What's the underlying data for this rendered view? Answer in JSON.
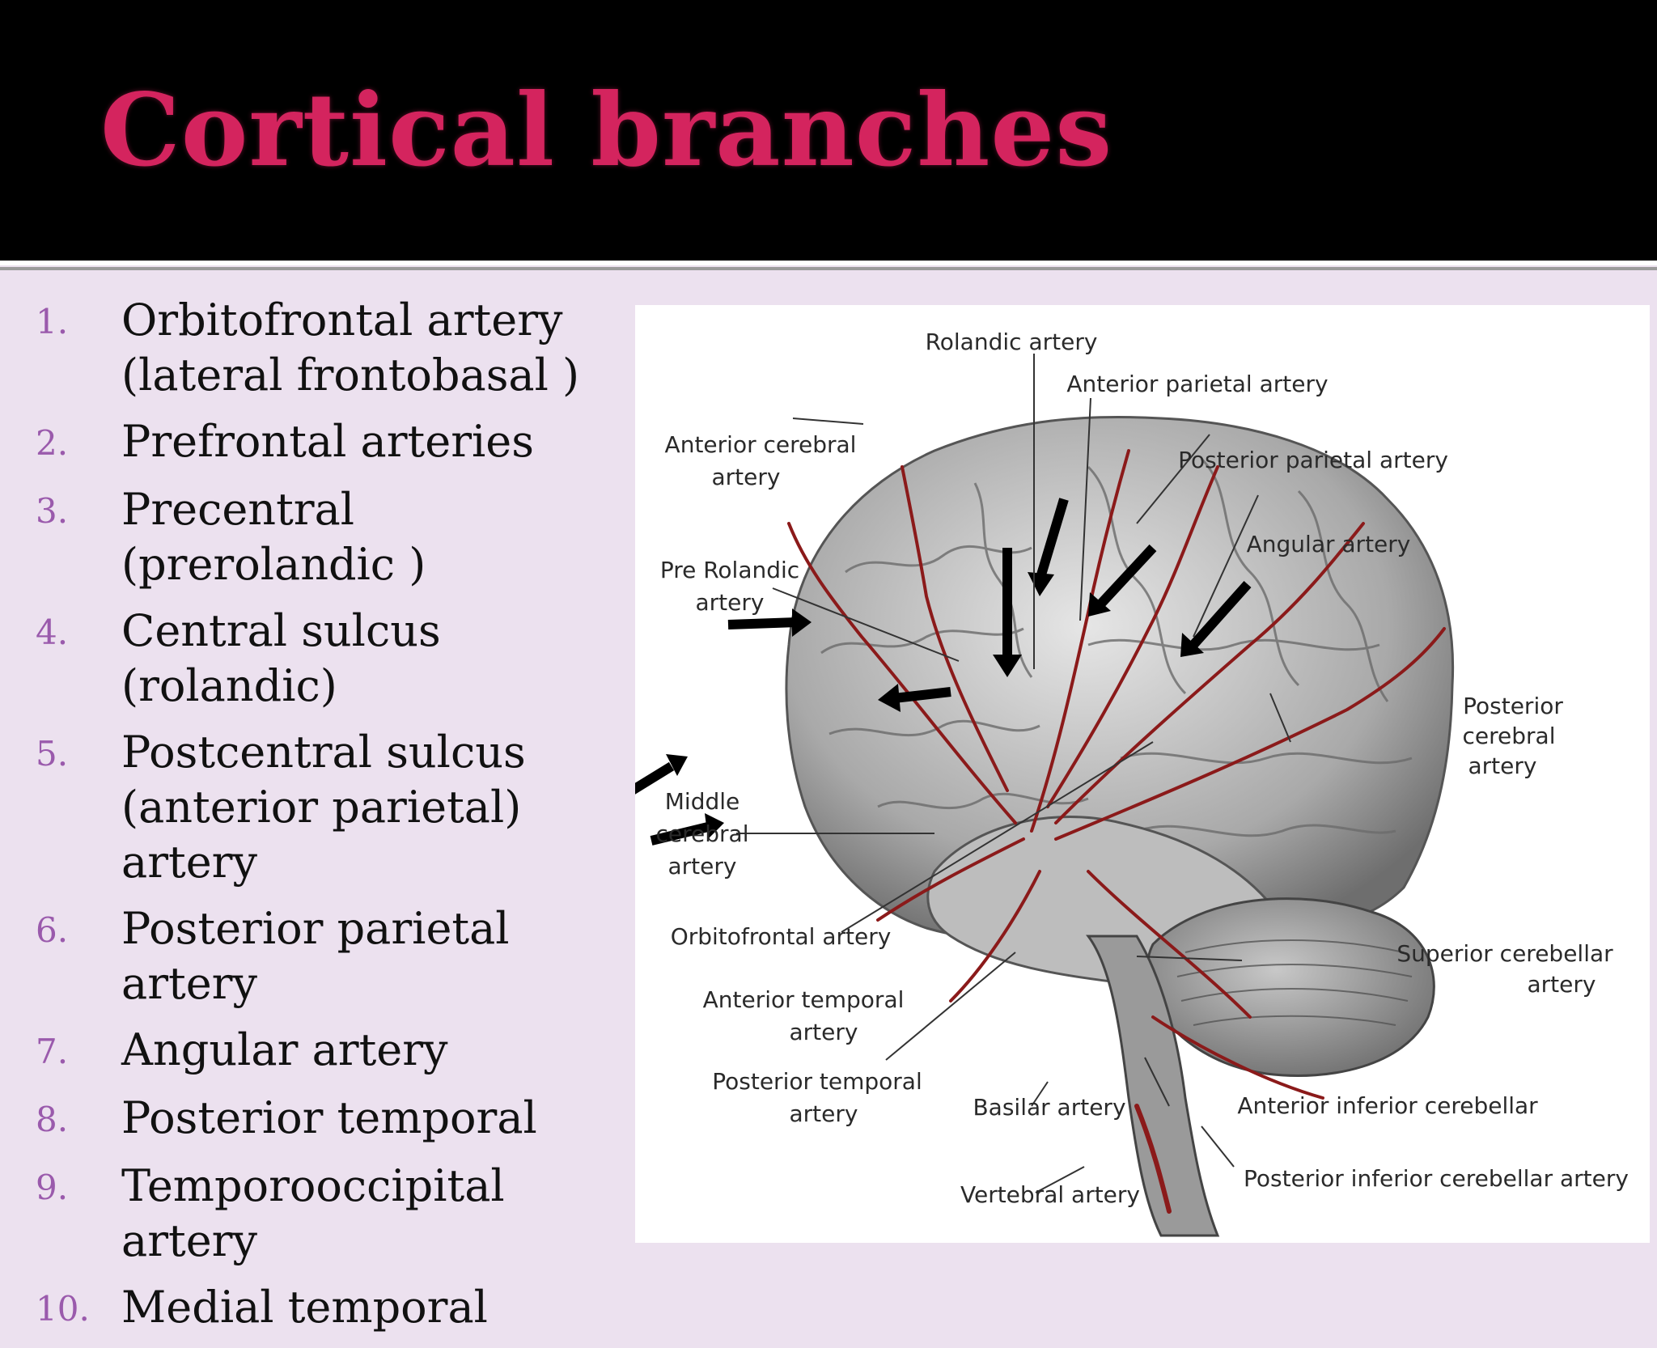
{
  "slide": {
    "title": "Cortical branches",
    "colors": {
      "title": "#d4245e",
      "number": "#9a5aac",
      "background": "#ece1ef",
      "band": "#000000"
    }
  },
  "list": [
    {
      "num": "1.",
      "text": "Orbitofrontal artery (lateral frontobasal )"
    },
    {
      "num": "2.",
      "text": "Prefrontal arteries"
    },
    {
      "num": "3.",
      "text": "Precentral (prerolandic )"
    },
    {
      "num": "4.",
      "text": "Central sulcus (rolandic)"
    },
    {
      "num": "5.",
      "text": "Postcentral sulcus (anterior parietal) artery"
    },
    {
      "num": "6.",
      "text": "Posterior parietal artery"
    },
    {
      "num": "7.",
      "text": "Angular artery"
    },
    {
      "num": "8.",
      "text": "Posterior temporal"
    },
    {
      "num": "9.",
      "text": "Temporooccipital artery"
    },
    {
      "num": "10.",
      "text": "Medial temporal"
    }
  ],
  "figure": {
    "labels": {
      "rolandic": "Rolandic artery",
      "anterior_parietal": "Anterior parietal artery",
      "anterior_cerebral_1": "Anterior cerebral",
      "anterior_cerebral_2": "artery",
      "posterior_parietal": "Posterior parietal artery",
      "angular": "Angular artery",
      "prerolandic_1": "Pre Rolandic",
      "prerolandic_2": "artery",
      "posterior_cerebral_1": "Posterior",
      "posterior_cerebral_2": "cerebral",
      "posterior_cerebral_3": "artery",
      "middle_cerebral_1": "Middle",
      "middle_cerebral_2": "cerebral",
      "middle_cerebral_3": "artery",
      "orbitofrontal": "Orbitofrontal artery",
      "superior_cerebellar_1": "Superior cerebellar",
      "superior_cerebellar_2": "artery",
      "anterior_temporal_1": "Anterior temporal",
      "anterior_temporal_2": "artery",
      "posterior_temporal_1": "Posterior temporal",
      "posterior_temporal_2": "artery",
      "basilar": "Basilar artery",
      "aica": "Anterior inferior cerebellar",
      "vertebral": "Vertebral artery",
      "pica": "Posterior inferior cerebellar artery"
    }
  }
}
